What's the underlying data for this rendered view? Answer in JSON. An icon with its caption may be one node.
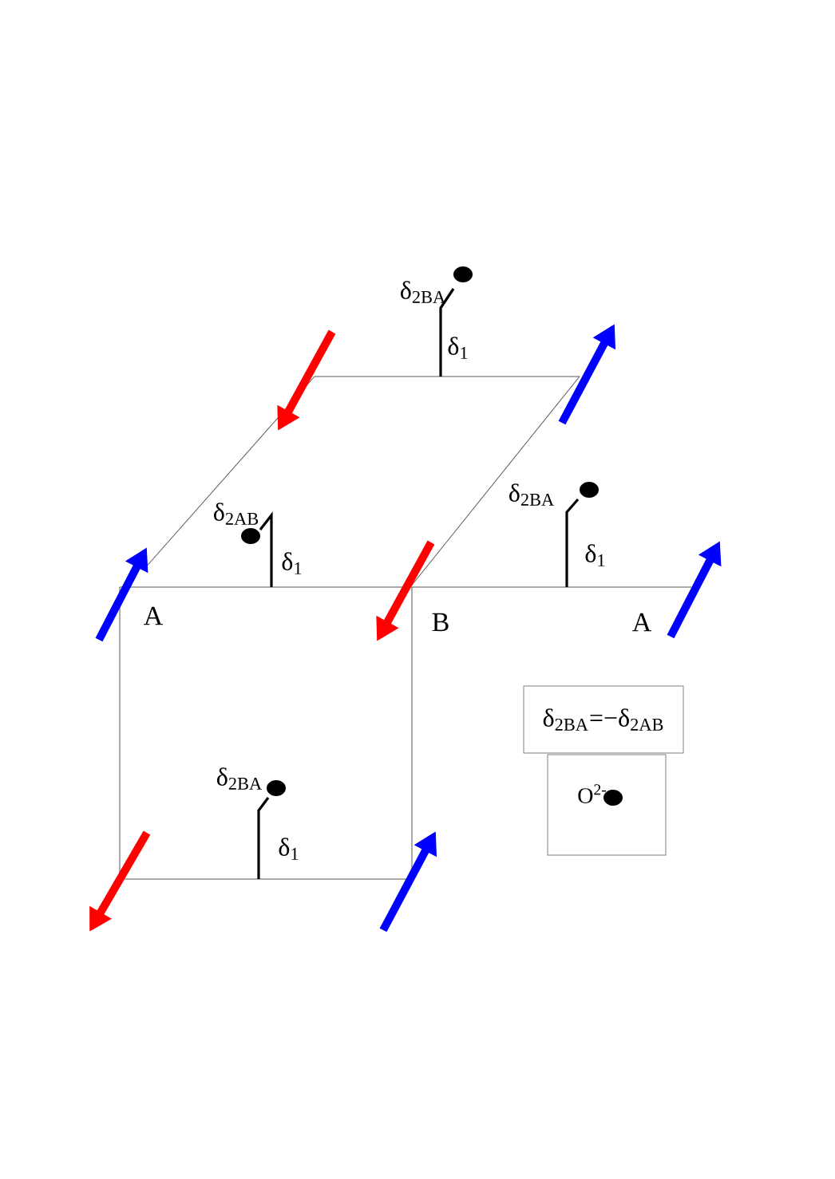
{
  "diagram": {
    "nodes": [
      {
        "text": [
          "δ$_{2BA}$=−δ$_{2AB}$"
        ]
      },
      {
        "text": [
          "O$^{2-}$"
        ]
      }
    ],
    "labels": [
      "δ$_{2BA}$",
      "δ$_{1}$",
      "δ$_{2AB}$",
      "δ$_{1}$",
      "δ$_{2BA}$",
      "δ$_{1}$",
      "A",
      "B",
      "A",
      "δ$_{2BA}$",
      "δ$_{1}$"
    ]
  }
}
